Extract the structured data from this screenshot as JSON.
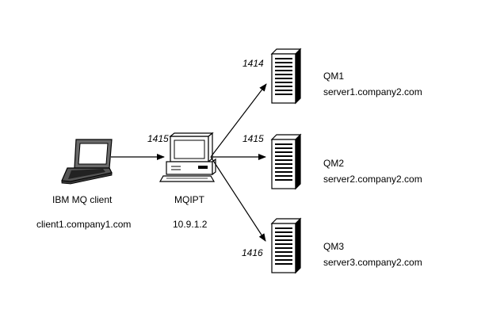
{
  "colors": {
    "line": "#000000",
    "background": "#ffffff",
    "laptop_body": "#555555",
    "keyboard": "#222222",
    "server_body": "#ffffff",
    "stripe": "#000000"
  },
  "client": {
    "name": "IBM MQ client",
    "host": "client1.company1.com",
    "icon": "laptop-icon"
  },
  "mqipt": {
    "name": "MQIPT",
    "ip": "10.9.1.2",
    "port": "1415",
    "icon": "desktop-computer-icon"
  },
  "servers": [
    {
      "qm": "QM1",
      "host": "server1.company2.com",
      "port": "1414",
      "icon": "server-tower-icon"
    },
    {
      "qm": "QM2",
      "host": "server2.company2.com",
      "port": "1415",
      "icon": "server-tower-icon"
    },
    {
      "qm": "QM3",
      "host": "server3.company2.com",
      "port": "1416",
      "icon": "server-tower-icon"
    }
  ]
}
